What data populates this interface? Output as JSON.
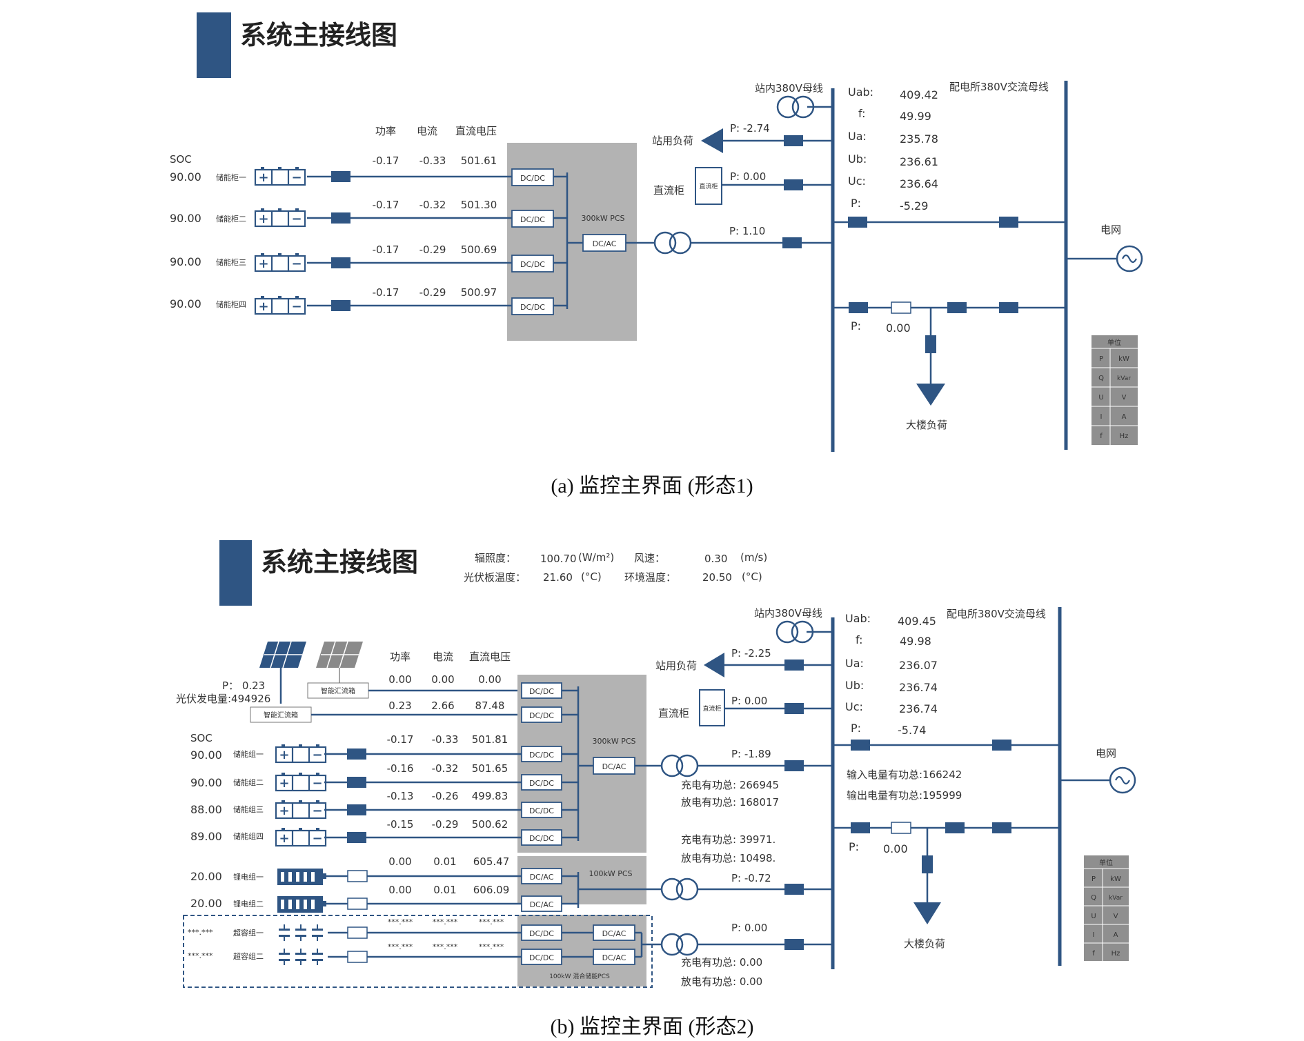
{
  "a": {
    "title": "系统主接线图",
    "caption": "(a) 监控主界面 (形态1)",
    "col_power": "功率",
    "col_current": "电流",
    "col_voltage": "直流电压",
    "soc_label": "SOC",
    "batteries": [
      {
        "soc": "90.00",
        "name": "储能柜一",
        "p": "-0.17",
        "i": "-0.33",
        "u": "501.61"
      },
      {
        "soc": "90.00",
        "name": "储能柜二",
        "p": "-0.17",
        "i": "-0.32",
        "u": "501.30"
      },
      {
        "soc": "90.00",
        "name": "储能柜三",
        "p": "-0.17",
        "i": "-0.29",
        "u": "500.69"
      },
      {
        "soc": "90.00",
        "name": "储能柜四",
        "p": "-0.17",
        "i": "-0.29",
        "u": "500.97"
      }
    ],
    "dcdc": "DC/DC",
    "dcac": "DC/AC",
    "pcs_label": "300kW PCS",
    "station_bus": "站内380V母线",
    "dist_bus": "配电所380V交流母线",
    "station_load": "站用负荷",
    "dc_cabinet": "直流柜",
    "dc_cabinet_inner": "直流柜",
    "p_station": "P:  -2.74",
    "p_dc": "P:  0.00",
    "p_pcs": "P:  1.10",
    "meas": [
      {
        "k": "Uab:",
        "v": "409.42"
      },
      {
        "k": "f:",
        "v": "49.99"
      },
      {
        "k": "Ua:",
        "v": "235.78"
      },
      {
        "k": "Ub:",
        "v": "236.61"
      },
      {
        "k": "Uc:",
        "v": "236.64"
      },
      {
        "k": "P:",
        "v": "-5.29"
      }
    ],
    "grid": "电网",
    "building_p_label": "P:",
    "building_p": "0.00",
    "building_load": "大楼负荷",
    "unit_title": "单位",
    "units": [
      [
        "P",
        "kW"
      ],
      [
        "Q",
        "kVar"
      ],
      [
        "U",
        "V"
      ],
      [
        "I",
        "A"
      ],
      [
        "f",
        "Hz"
      ]
    ]
  },
  "b": {
    "title": "系统主接线图",
    "caption": "(b) 监控主界面 (形态2)",
    "irr_label": "辐照度：",
    "irr_value": "100.70",
    "irr_unit": "(W/m²)",
    "wind_label": "风速：",
    "wind_value": "0.30",
    "wind_unit": "(m/s)",
    "panel_temp_label": "光伏板温度：",
    "panel_temp_value": "21.60",
    "panel_temp_unit": "(°C)",
    "amb_temp_label": "环境温度：",
    "amb_temp_value": "20.50",
    "amb_temp_unit": "(°C)",
    "col_power": "功率",
    "col_current": "电流",
    "col_voltage": "直流电压",
    "pv_p": "P：  0.23",
    "pv_energy": "光伏发电量:494926",
    "combiner1": "智能汇流箱",
    "combiner2": "智能汇流箱",
    "pv_rows": [
      {
        "p": "0.00",
        "i": "0.00",
        "u": "0.00"
      },
      {
        "p": "0.23",
        "i": "2.66",
        "u": "87.48"
      }
    ],
    "soc_label": "SOC",
    "batteries": [
      {
        "soc": "90.00",
        "name": "储能组一",
        "p": "-0.17",
        "i": "-0.33",
        "u": "501.81"
      },
      {
        "soc": "90.00",
        "name": "储能组二",
        "p": "-0.16",
        "i": "-0.32",
        "u": "501.65"
      },
      {
        "soc": "88.00",
        "name": "储能组三",
        "p": "-0.13",
        "i": "-0.26",
        "u": "499.83"
      },
      {
        "soc": "89.00",
        "name": "储能组四",
        "p": "-0.15",
        "i": "-0.29",
        "u": "500.62"
      }
    ],
    "li_rows": [
      {
        "soc": "20.00",
        "name": "锂电组一",
        "p": "0.00",
        "i": "0.01",
        "u": "605.47"
      },
      {
        "soc": "20.00",
        "name": "锂电组二",
        "p": "0.00",
        "i": "0.01",
        "u": "606.09"
      }
    ],
    "sc_rows": [
      {
        "soc": "***.***",
        "name": "超容组一",
        "p": "***.***",
        "i": "***.***",
        "u": "***.***"
      },
      {
        "soc": "***.***",
        "name": "超容组二",
        "p": "***.***",
        "i": "***.***",
        "u": "***.***"
      }
    ],
    "dcdc": "DC/DC",
    "dcac": "DC/AC",
    "pcs300": "300kW PCS",
    "pcs100": "100kW PCS",
    "pcs100_hybrid": "100kW 混合储能PCS",
    "station_bus": "站内380V母线",
    "dist_bus": "配电所380V交流母线",
    "station_load": "站用负荷",
    "dc_cabinet": "直流柜",
    "dc_cabinet_inner": "直流柜",
    "p_station": "P:  -2.25",
    "p_dc": "P:  0.00",
    "p_pcs300": "P:  -1.89",
    "charge300": "充电有功总: 266945",
    "discharge300": "放电有功总: 168017",
    "charge100": "充电有功总:  39971.",
    "discharge100": "放电有功总:  10498.",
    "p_pcs100": "P:  -0.72",
    "p_hybrid": "P:  0.00",
    "charge_h": "充电有功总:    0.00",
    "discharge_h": "放电有功总:    0.00",
    "meas": [
      {
        "k": "Uab:",
        "v": "409.45"
      },
      {
        "k": "f:",
        "v": "49.98"
      },
      {
        "k": "Ua:",
        "v": "236.07"
      },
      {
        "k": "Ub:",
        "v": "236.74"
      },
      {
        "k": "Uc:",
        "v": "236.74"
      },
      {
        "k": "P:",
        "v": "-5.74"
      }
    ],
    "input_energy": "输入电量有功总:166242",
    "output_energy": "输出电量有功总:195999",
    "grid": "电网",
    "building_p_label": "P:",
    "building_p": "0.00",
    "building_load": "大楼负荷",
    "unit_title": "单位",
    "units": [
      [
        "P",
        "kW"
      ],
      [
        "Q",
        "kVar"
      ],
      [
        "U",
        "V"
      ],
      [
        "I",
        "A"
      ],
      [
        "f",
        "Hz"
      ]
    ]
  }
}
